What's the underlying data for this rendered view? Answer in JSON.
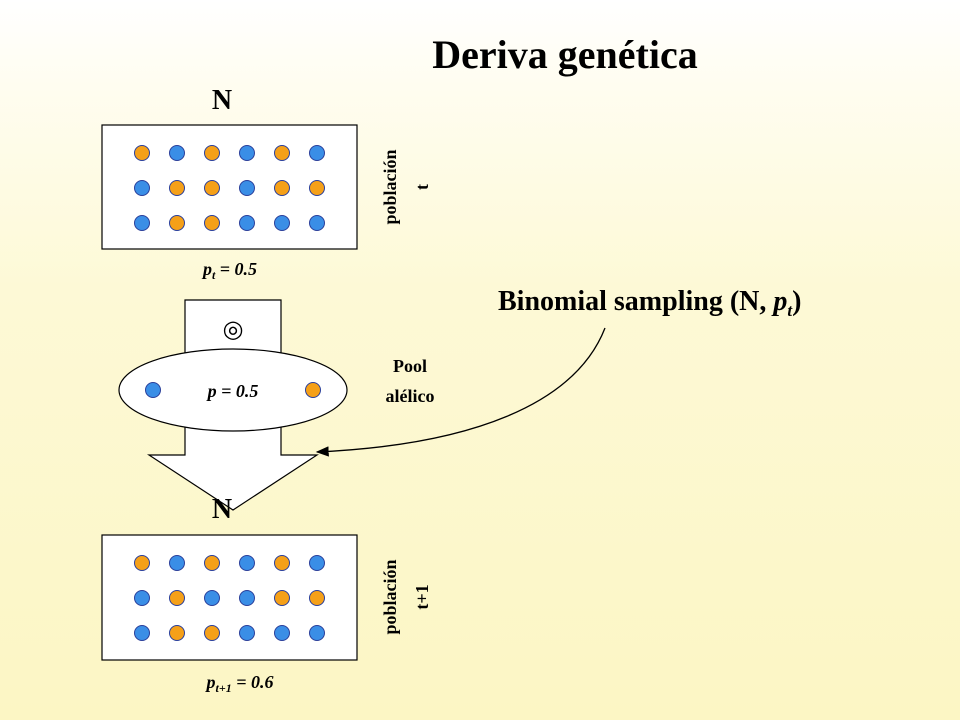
{
  "title": "Deriva genética",
  "top_n": "N",
  "bottom_n": "N",
  "pop_t": {
    "label": "población",
    "sub": "t"
  },
  "pop_t1": {
    "label": "población",
    "sub": "t+1"
  },
  "freq_t": {
    "p": "p",
    "sub": "t",
    "eq": " = 0.5"
  },
  "freq_t1": {
    "p": "p",
    "sub": "t+1",
    "eq": " = 0.6"
  },
  "pool": {
    "line1": "Pool",
    "line2": "alélico",
    "value": "p = 0.5"
  },
  "sampling": {
    "prefix": "Binomial sampling (N, ",
    "p": "p",
    "sub": "t",
    "suffix": ")"
  },
  "target_symbol": "◎",
  "colors": {
    "orange_allele": "#f5a018",
    "blue_allele": "#3a8ee6",
    "stroke": "#2a3f9a"
  },
  "grid_t": [
    [
      "orange",
      "blue",
      "orange",
      "blue",
      "orange",
      "blue"
    ],
    [
      "blue",
      "orange",
      "orange",
      "blue",
      "orange",
      "orange"
    ],
    [
      "blue",
      "orange",
      "orange",
      "blue",
      "blue",
      "blue"
    ]
  ],
  "grid_t1": [
    [
      "orange",
      "blue",
      "orange",
      "blue",
      "orange",
      "blue"
    ],
    [
      "blue",
      "orange",
      "blue",
      "blue",
      "orange",
      "orange"
    ],
    [
      "blue",
      "orange",
      "orange",
      "blue",
      "blue",
      "blue"
    ]
  ]
}
